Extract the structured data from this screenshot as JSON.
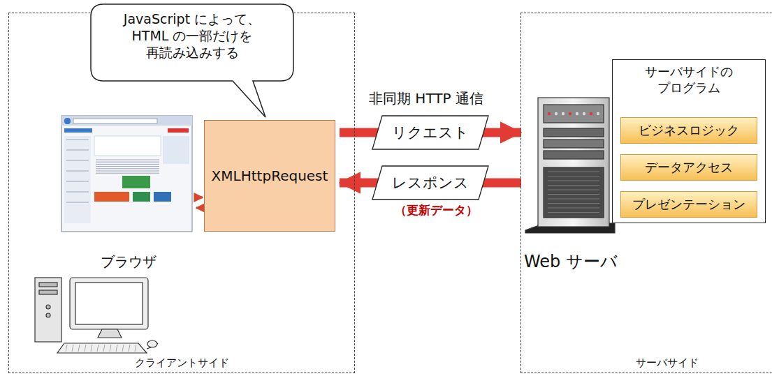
{
  "diagram": {
    "nodes": [
      {
        "text": [
          "クライアントサイド"
        ]
      },
      {
        "text": [
          "JavaScript によって、 HTML の一部だけを 再読み込みする"
        ]
      },
      {
        "text": [
          "ブラウザ"
        ],
        "in": 0
      },
      {
        "text": [
          "XMLHttpRequest"
        ],
        "in": 0
      },
      {
        "text": [
          "サーバサイド"
        ]
      },
      {
        "text": [
          "Web サーバ"
        ],
        "in": 4
      },
      {
        "text": [
          "サーバサイドの プログラム"
        ],
        "in": 4
      },
      {
        "text": [
          "ビジネスロジック"
        ],
        "in": 6
      },
      {
        "text": [
          "データアクセス"
        ],
        "in": 6
      },
      {
        "text": [
          "プレゼンテーション"
        ],
        "in": 6
      }
    ],
    "edges": [
      {
        "from": 2,
        "to": 3,
        "arrow": "to"
      },
      {
        "from": 3,
        "to": 2,
        "arrow": "to"
      },
      {
        "from": 3,
        "to": 5,
        "label": "リクエスト",
        "arrow": "to"
      },
      {
        "from": 5,
        "to": 3,
        "label": "レスポンス",
        "arrow": "to"
      }
    ],
    "labels": [
      "非同期 HTTP 通信",
      "（更新データ）"
    ]
  }
}
